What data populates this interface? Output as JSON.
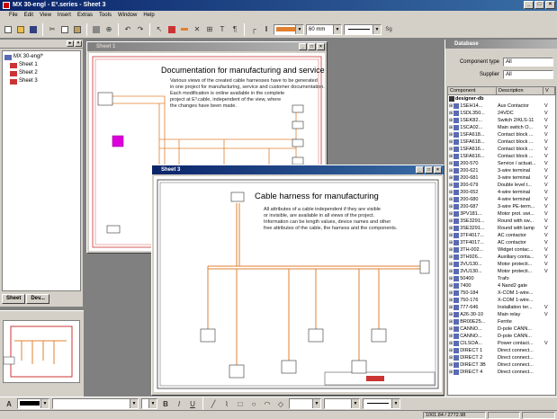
{
  "app": {
    "title": "MX 30-engl - E³.series - Sheet 3"
  },
  "menu": [
    "File",
    "Edit",
    "View",
    "Insert",
    "Extras",
    "Tools",
    "Window",
    "Help"
  ],
  "toolbar": {
    "zoom_value": "60 mm",
    "sg_label": "Sg"
  },
  "project_tree": {
    "root": "MX 30-engl*",
    "sheets": [
      "Sheet 1",
      "Sheet 2",
      "Sheet 3"
    ],
    "tabs": [
      "Sheet",
      "Dev..."
    ]
  },
  "sheet1": {
    "title": "Sheet 1",
    "heading": "Documentation for manufacturing and service",
    "body": "Various views of the created cable harnesses have to be generated\nin one project for manufacturing, service and customer documentation.\nEach modification is online available in the complete\nproject at E³.cable, independent of the view, where\nthe changes have been made."
  },
  "sheet3": {
    "title": "Sheet 3",
    "heading": "Cable harness for manufacturing",
    "body": "All attributes of a cable independent if they are visible\nor invisible, are available in all views of the project.\nInformation can be length values, device names and other\nfree attributes of the cable, the harness and the components."
  },
  "database": {
    "title": "Database",
    "component_type_label": "Component type",
    "component_type_value": "All",
    "supplier_label": "Supplier",
    "supplier_value": "All",
    "columns": [
      "Component",
      "Description",
      "V"
    ],
    "root": "designer-db",
    "rows": [
      [
        "1SEH14...",
        "Aux Contactor",
        "V"
      ],
      [
        "1SDL350...",
        "24VDC",
        "V"
      ],
      [
        "1SEK82...",
        "Switch 2/KLS-11",
        "V"
      ],
      [
        "1SCA02...",
        "Main switch O...",
        "V"
      ],
      [
        "1SFA618...",
        "Contact block ...",
        "V"
      ],
      [
        "1SFA618...",
        "Contact block ...",
        "V"
      ],
      [
        "1SFA616...",
        "Contact block ...",
        "V"
      ],
      [
        "1SFA616...",
        "Contact block ...",
        "V"
      ],
      [
        "200-570",
        "Service / actuat...",
        "V"
      ],
      [
        "200-621",
        "3-wire terminal",
        "V"
      ],
      [
        "200-681",
        "3-wire terminal",
        "V"
      ],
      [
        "200-679",
        "Double level t...",
        "V"
      ],
      [
        "200-652",
        "4-wire terminal",
        "V"
      ],
      [
        "200-680",
        "4-wire terminal",
        "V"
      ],
      [
        "200-687",
        "3-wire PE-term...",
        "V"
      ],
      [
        "3PV181...",
        "Motor prot. swi...",
        "V"
      ],
      [
        "3SE3291...",
        "Round with sw...",
        "V"
      ],
      [
        "3SE3291...",
        "Round with lamp",
        "V"
      ],
      [
        "3TF4017...",
        "AC contactor",
        "V"
      ],
      [
        "3TF4017...",
        "AC contactor",
        "V"
      ],
      [
        "3TH-002...",
        "Widget contac...",
        "V"
      ],
      [
        "3TH926...",
        "Auxiliary conta...",
        "V"
      ],
      [
        "3VU130...",
        "Motor protecti...",
        "V"
      ],
      [
        "3VU130...",
        "Motor protecti...",
        "V"
      ],
      [
        "50400",
        "Trafo",
        ""
      ],
      [
        "7400",
        "4 Nand2 gate",
        ""
      ],
      [
        "750-184",
        "X-COM 1-wire...",
        ""
      ],
      [
        "750-176",
        "X-COM 1-wire...",
        ""
      ],
      [
        "777-646",
        "Installation ter...",
        "V"
      ],
      [
        "A26-30-10",
        "Main relay",
        "V"
      ],
      [
        "BR00E25...",
        "Ferrite",
        ""
      ],
      [
        "CANNO...",
        "D-pole CANN...",
        ""
      ],
      [
        "CANNO...",
        "D-pole CANN...",
        ""
      ],
      [
        "CILSOA...",
        "Power contact...",
        "V"
      ],
      [
        "DIRECT 1",
        "Direct connect...",
        ""
      ],
      [
        "DIRECT 2",
        "Direct connect...",
        ""
      ],
      [
        "DIRECT 3B",
        "Direct connect...",
        ""
      ],
      [
        "DIRECT 4",
        "Direct connect...",
        ""
      ]
    ]
  },
  "status": {
    "coords": "1001.84 / 2772.98"
  },
  "colors": {
    "wire": "#e08030",
    "titlebar": "#0a246a"
  }
}
